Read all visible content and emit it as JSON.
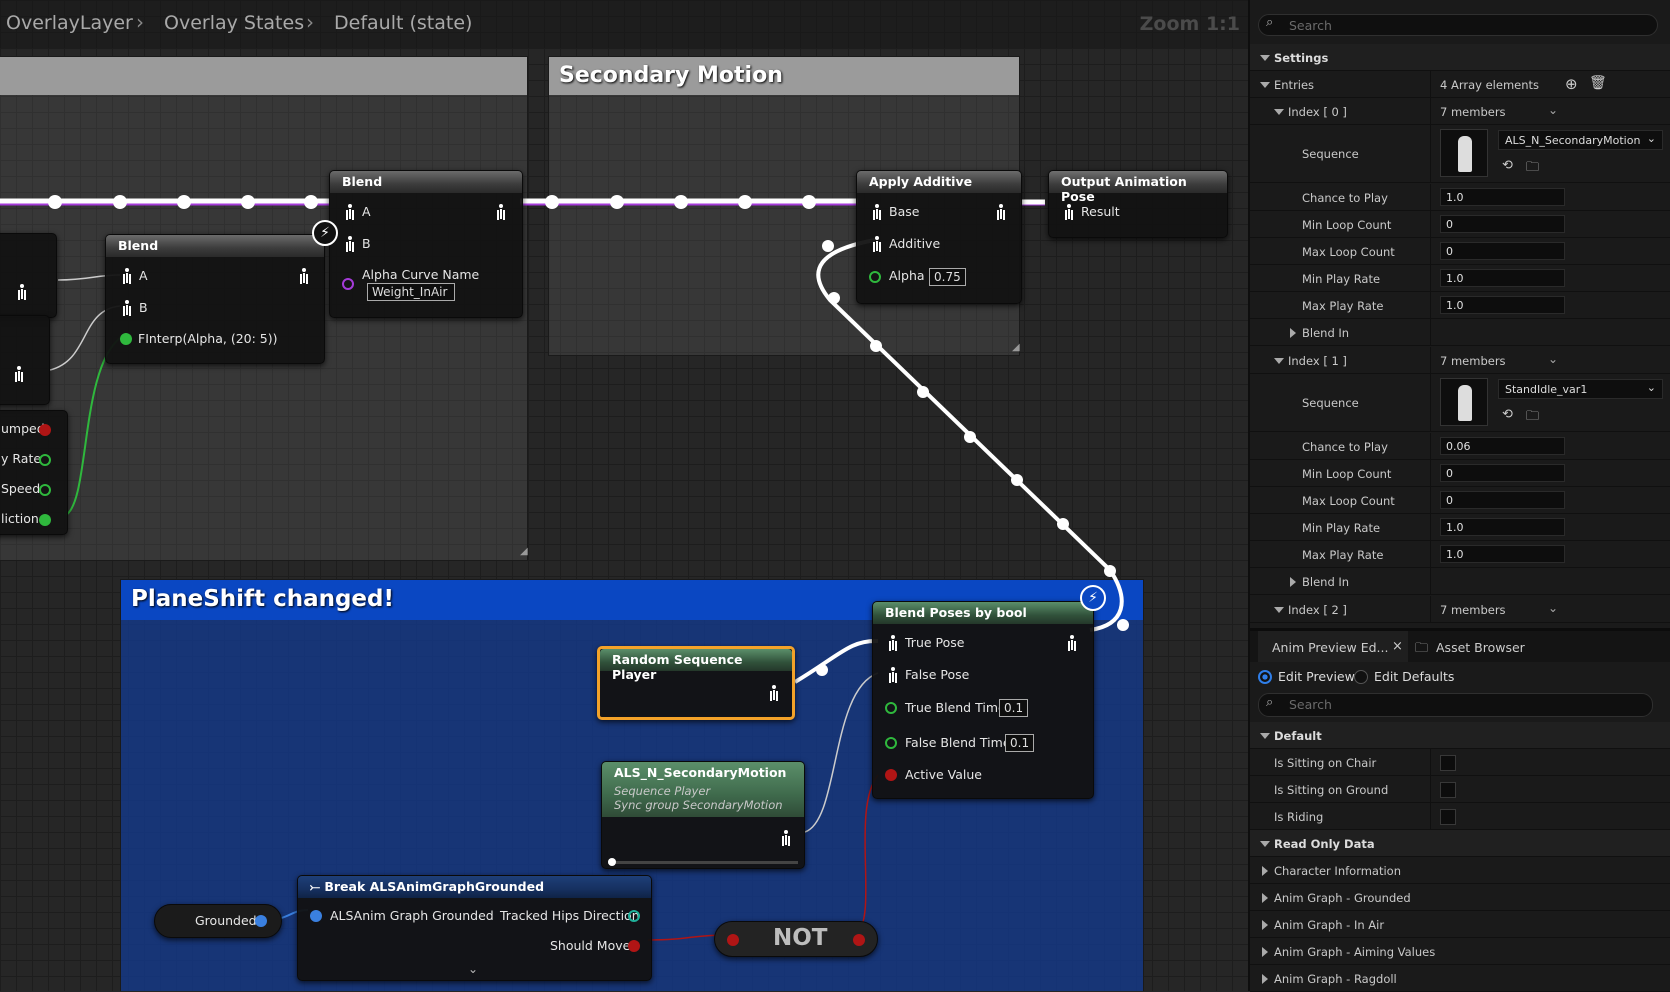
{
  "breadcrumb": {
    "items": [
      "OverlayLayer",
      "Overlay States",
      "Default (state)"
    ],
    "zoom": "Zoom 1:1"
  },
  "comments": {
    "secondary_motion": "Secondary Motion",
    "planeshift": "PlaneShift changed!"
  },
  "nodes": {
    "blend_top": {
      "title": "Blend",
      "pin_a": "A",
      "pin_b": "B",
      "alpha_curve_label": "Alpha Curve Name",
      "alpha_curve_value": "Weight_InAir"
    },
    "blend_left": {
      "title": "Blend",
      "pin_a": "A",
      "pin_b": "B",
      "alpha": "FInterp(Alpha, (20: 5))"
    },
    "apply_additive": {
      "title": "Apply Additive",
      "base": "Base",
      "additive": "Additive",
      "alpha_label": "Alpha",
      "alpha_value": "0.75"
    },
    "output_pose": {
      "title": "Output Animation Pose",
      "result": "Result"
    },
    "left_partial": {
      "pins": [
        "umped",
        "y Rate",
        "Speed",
        "liction"
      ]
    },
    "blend_bool": {
      "title": "Blend Poses by bool",
      "true_pose": "True Pose",
      "false_pose": "False Pose",
      "true_time_label": "True Blend Time",
      "true_time": "0.1",
      "false_time_label": "False Blend Time",
      "false_time": "0.1",
      "active": "Active Value"
    },
    "random_seq": {
      "title": "Random Sequence Player"
    },
    "seq_player": {
      "title": "ALS_N_SecondaryMotion",
      "sub1": "Sequence Player",
      "sub2": "Sync group SecondaryMotion"
    },
    "break_grounded": {
      "title": "Break ALSAnimGraphGrounded",
      "input": "ALSAnim Graph Grounded",
      "tracked": "Tracked Hips Direction",
      "should_move": "Should Move"
    },
    "grounded_var": {
      "label": "Grounded"
    },
    "not_node": {
      "label": "NOT"
    }
  },
  "panel": {
    "search_placeholder": "Search",
    "settings": "Settings",
    "entries_label": "Entries",
    "entries_value": "4 Array elements",
    "index0": {
      "label": "Index [ 0 ]",
      "members": "7 members",
      "sequence_label": "Sequence",
      "sequence": "ALS_N_SecondaryMotion",
      "chance_label": "Chance to Play",
      "chance": "1.0",
      "min_loop_label": "Min Loop Count",
      "min_loop": "0",
      "max_loop_label": "Max Loop Count",
      "max_loop": "0",
      "min_rate_label": "Min Play Rate",
      "min_rate": "1.0",
      "max_rate_label": "Max Play Rate",
      "max_rate": "1.0",
      "blend_in": "Blend In"
    },
    "index1": {
      "label": "Index [ 1 ]",
      "members": "7 members",
      "sequence_label": "Sequence",
      "sequence": "StandIdle_var1",
      "chance_label": "Chance to Play",
      "chance": "0.06",
      "min_loop_label": "Min Loop Count",
      "min_loop": "0",
      "max_loop_label": "Max Loop Count",
      "max_loop": "0",
      "min_rate_label": "Min Play Rate",
      "min_rate": "1.0",
      "max_rate_label": "Max Play Rate",
      "max_rate": "1.0",
      "blend_in": "Blend In"
    },
    "index2": {
      "label": "Index [ 2 ]",
      "members": "7 members"
    },
    "tabs": {
      "preview": "Anim Preview Ed...",
      "close": "×",
      "asset_browser": "Asset Browser"
    },
    "edit_preview": "Edit Preview",
    "edit_defaults": "Edit Defaults",
    "search2_placeholder": "Search",
    "default_section": "Default",
    "sitting_chair": "Is Sitting on Chair",
    "sitting_ground": "Is Sitting on Ground",
    "riding": "Is Riding",
    "readonly_section": "Read Only Data",
    "readonly_items": [
      "Character Information",
      "Anim Graph - Grounded",
      "Anim Graph - In Air",
      "Anim Graph - Aiming Values",
      "Anim Graph - Ragdoll"
    ]
  }
}
